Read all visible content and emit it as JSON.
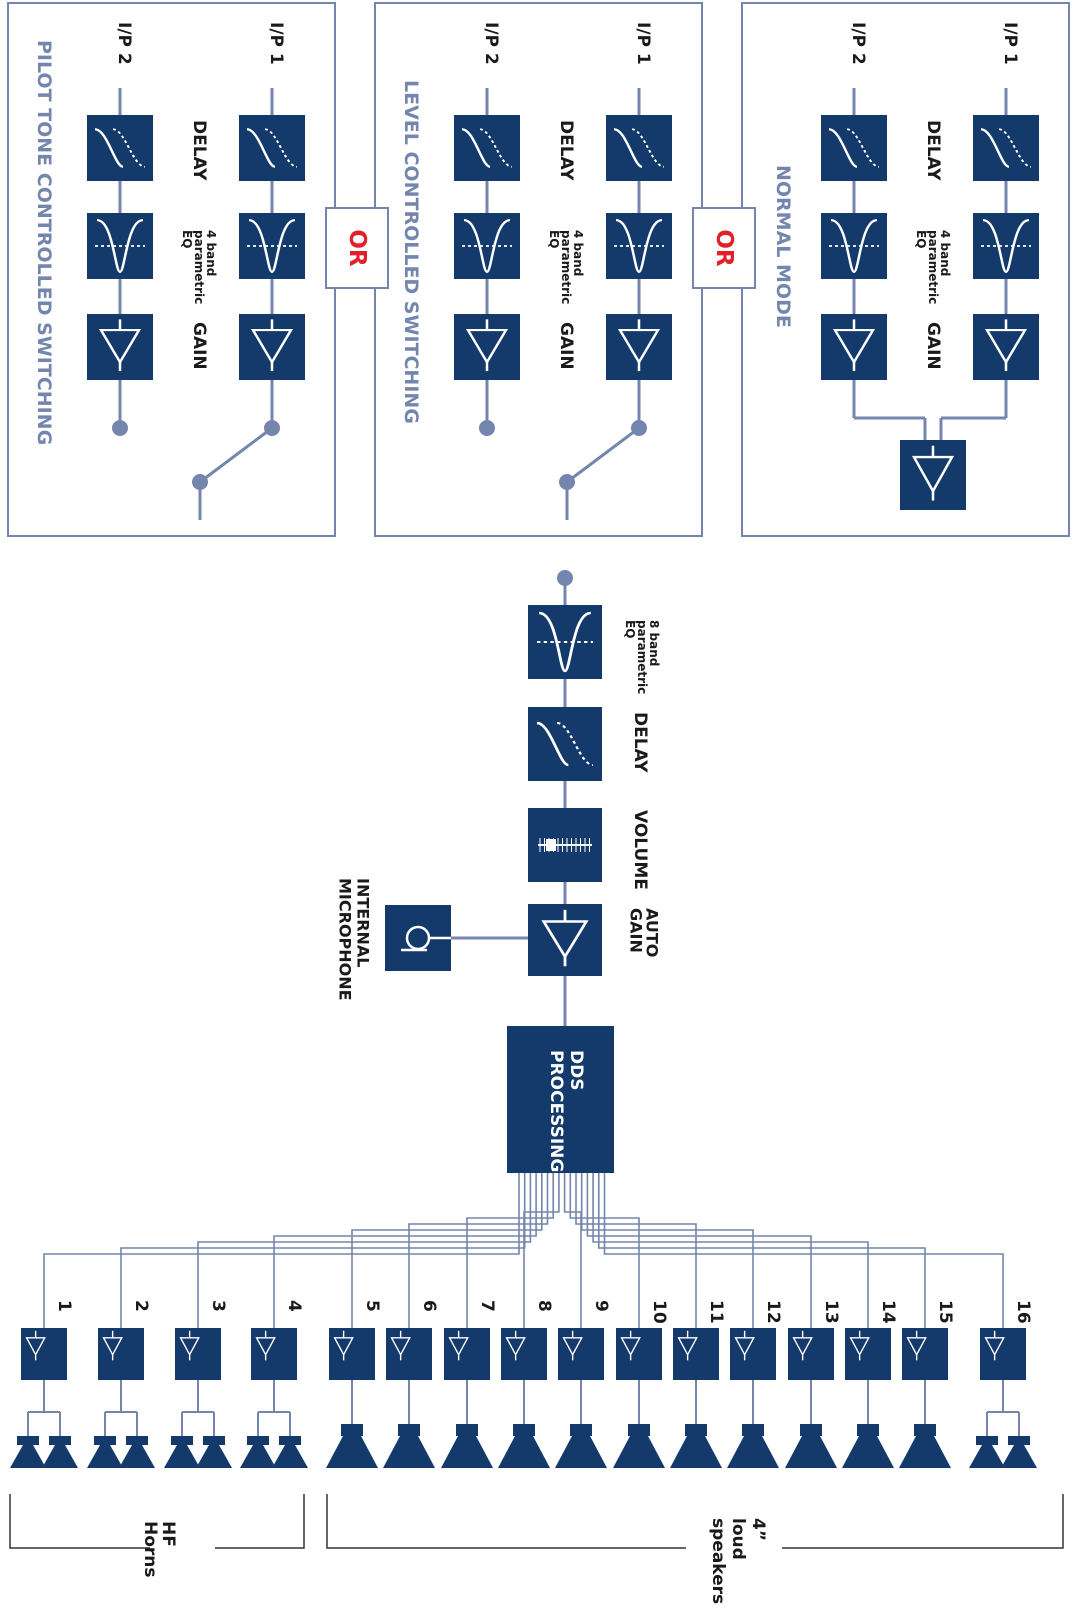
{
  "colors": {
    "block": "#143a6b",
    "line": "#7486ad",
    "or": "#e3202a",
    "frame": "#7486ad"
  },
  "modes": [
    {
      "title": "PILOT TONE CONTROLLED SWITCHING"
    },
    {
      "title": "LEVEL CONTROLLED SWITCHING"
    },
    {
      "title": "NORMAL MODE"
    }
  ],
  "or_label": "OR",
  "input_labels": [
    "I/P 1",
    "I/P 2"
  ],
  "stage_labels": {
    "delay": "DELAY",
    "eq4": [
      "4 band",
      "parametric",
      "EQ"
    ],
    "gain": "GAIN"
  },
  "main_chain": {
    "eq8": [
      "8 band",
      "parametric",
      "EQ"
    ],
    "delay": "DELAY",
    "volume": "VOLUME",
    "auto_gain": [
      "AUTO",
      "GAIN"
    ],
    "microphone": [
      "INTERNAL",
      "MICROPHONE"
    ],
    "dds": [
      "DDS",
      "PROCESSING"
    ]
  },
  "outputs": [
    "1",
    "2",
    "3",
    "4",
    "5",
    "6",
    "7",
    "8",
    "9",
    "10",
    "11",
    "12",
    "13",
    "14",
    "15",
    "16"
  ],
  "groups": {
    "hf": [
      "HF",
      "Horns"
    ],
    "loud": [
      "4”",
      "loud",
      "speakers"
    ]
  }
}
